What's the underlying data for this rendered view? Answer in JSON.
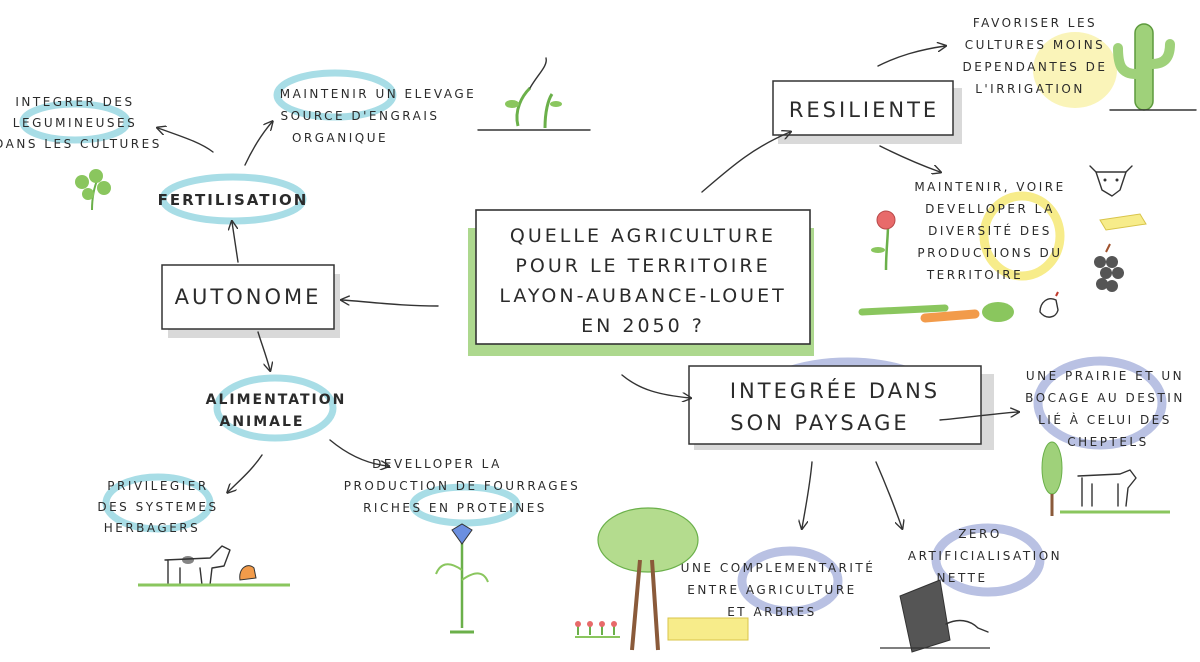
{
  "center": {
    "lines": [
      "QUELLE AGRICULTURE",
      "POUR LE TERRITOIRE",
      "LAYON-AUBANCE-LOUET",
      "EN 2050 ?"
    ]
  },
  "branches": {
    "resiliente": "RESILIENTE",
    "autonome": "AUTONOME",
    "integree": [
      "INTEGRÉE DANS",
      "SON PAYSAGE"
    ]
  },
  "sub_nodes": {
    "fertilisation": "FERTILISATION",
    "alimentation": [
      "ALIMENTATION",
      "ANIMALE"
    ]
  },
  "leaves": {
    "legumineuses": [
      "INTEGRER DES",
      "LEGUMINEUSES",
      "DANS LES CULTURES"
    ],
    "elevage": [
      "MAINTENIR UN ELEVAGE",
      "SOURCE D'ENGRAIS",
      "ORGANIQUE"
    ],
    "herbagers": [
      "PRIVILEGIER",
      "DES SYSTEMES",
      "HERBAGERS"
    ],
    "fourrages": [
      "DEVELLOPER LA",
      "PRODUCTION DE FOURRAGES",
      "RICHES EN PROTEINES"
    ],
    "irrigation": [
      "FAVORISER LES",
      "CULTURES MOINS",
      "DEPENDANTES DE",
      "L'IRRIGATION"
    ],
    "diversite": [
      "MAINTENIR, VOIRE",
      "DEVELLOPER LA",
      "DIVERSITÉ DES",
      "PRODUCTIONS DU",
      "TERRITOIRE"
    ],
    "prairie": [
      "UNE PRAIRIE ET UN",
      "BOCAGE AU DESTIN",
      "LIÉ À CELUI DES",
      "CHEPTELS"
    ],
    "complementarite": [
      "UNE COMPLEMENTARITÉ",
      "ENTRE AGRICULTURE",
      "ET ARBRES"
    ],
    "zero": [
      "ZERO",
      "ARTIFICIALISATION",
      "NETTE"
    ]
  },
  "colors": {
    "cyan_highlight": "#a8dde6",
    "yellow_highlight": "#f7ec8a",
    "lavender_highlight": "#b9c1e3",
    "green_shadow": "#9fd17a",
    "ink": "#2b2b2b",
    "box_shadow": "#cfcfcf"
  },
  "icons": [
    "sprouts-icon",
    "clover-icon",
    "cactus-icon",
    "cow-head-icon",
    "flower-icon",
    "grapes-icon",
    "vegetables-icon",
    "hen-icon",
    "butter-icon",
    "cow-icon",
    "chicken-icon",
    "protein-plant-icon",
    "tree-icon",
    "poplar-tree-icon",
    "cow-grazing-icon",
    "bulldozer-icon",
    "tulips-icon",
    "wheat-icon"
  ]
}
